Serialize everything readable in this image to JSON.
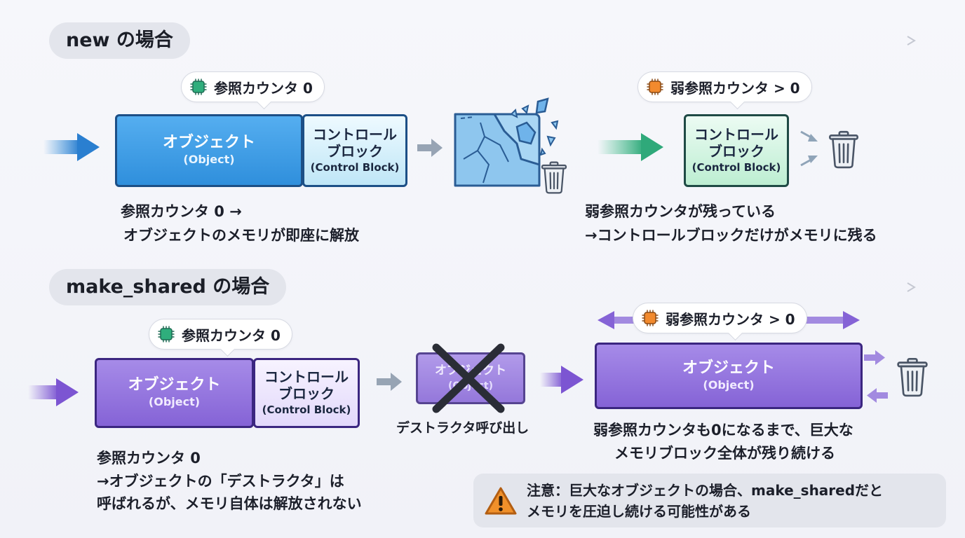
{
  "sections": {
    "new": {
      "title": "new の場合"
    },
    "make_shared": {
      "title": "make_shared の場合"
    }
  },
  "new_case": {
    "ref_pill": "参照カウンタ 0",
    "object_box": {
      "title": "オブジェクト",
      "subtitle": "(Object)"
    },
    "control_box": {
      "line1": "コントロール",
      "line2": "ブロック",
      "subtitle": "(Control Block)"
    },
    "caption_left": [
      "参照カウンタ 0 →",
      "オブジェクトのメモリが即座に解放"
    ],
    "weak_pill": "弱参照カウンタ > 0",
    "control_box_remaining": {
      "line1": "コントロール",
      "line2": "ブロック",
      "subtitle": "(Control Block)"
    },
    "caption_right": [
      "弱参照カウンタが残っている",
      "→コントロールブロックだけがメモリに残る"
    ]
  },
  "make_shared_case": {
    "ref_pill": "参照カウンタ 0",
    "object_box": {
      "title": "オブジェクト",
      "subtitle": "(Object)"
    },
    "control_box": {
      "line1": "コントロール",
      "line2": "ブロック",
      "subtitle": "(Control Block)"
    },
    "destroyed_box": {
      "title": "オブジェクト",
      "subtitle": "(Object)"
    },
    "destructor_label": "デストラクタ呼び出し",
    "caption_left": [
      "参照カウンタ 0",
      "→オブジェクトの「デストラクタ」は",
      "呼ばれるが、メモリ自体は解放されない"
    ],
    "weak_pill": "弱参照カウンタ > 0",
    "big_object_box": {
      "title": "オブジェクト",
      "subtitle": "(Object)"
    },
    "caption_right": [
      "弱参照カウンタも0になるまで、巨大な",
      "メモリブロック全体が残り続ける"
    ],
    "warning": [
      "注意：巨大なオブジェクトの場合、make_sharedだと",
      "メモリを圧迫し続ける可能性がある"
    ]
  },
  "colors": {
    "blue_accent": "#2f8fdc",
    "green_accent": "#3fbf8a",
    "purple_accent": "#8563d6",
    "warning_orange": "#f0902a"
  },
  "icons": [
    "chip-icon",
    "trash-icon",
    "warning-icon",
    "shatter-icon",
    "cross-out-icon"
  ]
}
